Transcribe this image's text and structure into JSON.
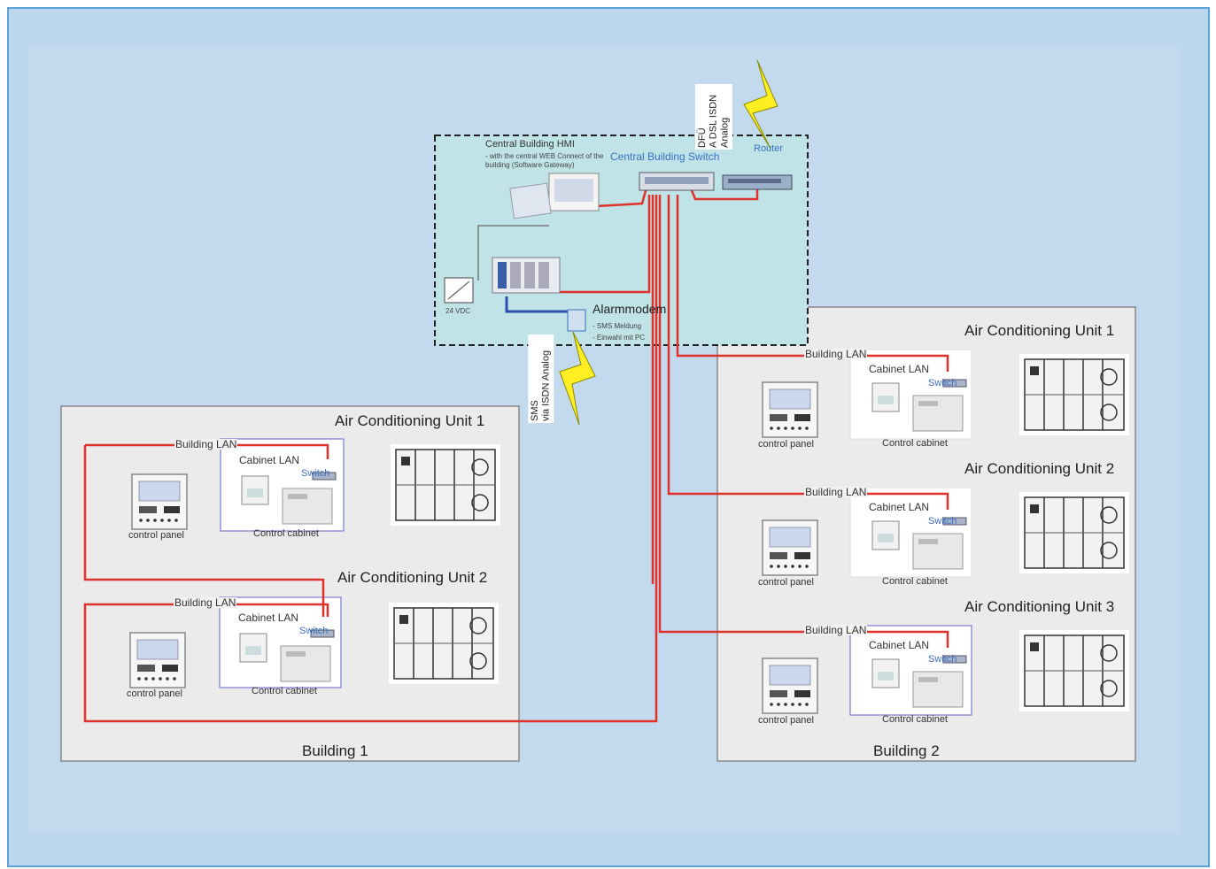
{
  "central": {
    "hmi_title": "Central Building HMI",
    "hmi_desc": "- with the central WEB Connect of the building (Software Gateway)",
    "switch_label": "Central Building Switch",
    "router_label": "Router",
    "dfu_label": "DFÜ",
    "dfu_line2": "A DSL ISDN",
    "dfu_line3": "Analog",
    "psu_label": "24 VDC",
    "alarm_title": "Alarmmodem",
    "alarm_line1": "- SMS Meldung",
    "alarm_line2": "- Einwahl mit PC",
    "sms_label": "SMS",
    "sms_line2": "via ISDN Analog"
  },
  "building1": {
    "title": "Building 1",
    "units": [
      {
        "title": "Air Conditioning Unit 1",
        "building_lan": "Building LAN",
        "cabinet_lan": "Cabinet LAN",
        "switch": "Switch",
        "panel": "control panel",
        "cabinet": "Control cabinet"
      },
      {
        "title": "Air Conditioning Unit 2",
        "building_lan": "Building LAN",
        "cabinet_lan": "Cabinet LAN",
        "switch": "Switch",
        "panel": "control panel",
        "cabinet": "Control cabinet"
      }
    ]
  },
  "building2": {
    "title": "Building 2",
    "units": [
      {
        "title": "Air Conditioning Unit 1",
        "building_lan": "Building LAN",
        "cabinet_lan": "Cabinet LAN",
        "switch": "Switch",
        "panel": "control panel",
        "cabinet": "Control cabinet"
      },
      {
        "title": "Air Conditioning Unit 2",
        "building_lan": "Building LAN",
        "cabinet_lan": "Cabinet LAN",
        "switch": "Switch",
        "panel": "control panel",
        "cabinet": "Control cabinet"
      },
      {
        "title": "Air Conditioning Unit 3",
        "building_lan": "Building LAN",
        "cabinet_lan": "Cabinet LAN",
        "switch": "Switch",
        "panel": "control panel",
        "cabinet": "Control cabinet"
      }
    ]
  },
  "colors": {
    "cable": "#e0312b",
    "bus": "#2b4fb0",
    "zone": "#bfe3e6",
    "building": "#eaeaea"
  }
}
